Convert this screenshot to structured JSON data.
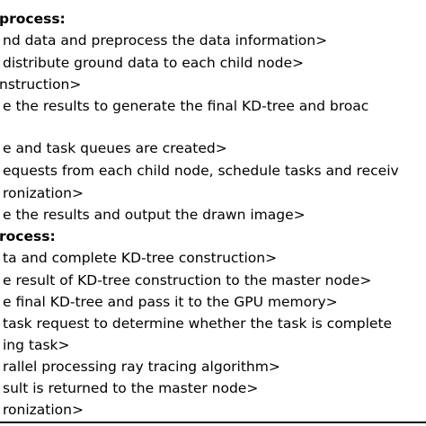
{
  "document": {
    "lines": [
      {
        "text": "process:",
        "bold": true
      },
      {
        "text": "nd data and preprocess the data information>",
        "bold": false
      },
      {
        "text": "distribute ground data to each child node>",
        "bold": false
      },
      {
        "text": "nstruction>",
        "bold": false
      },
      {
        "text": "e the results to generate the final KD-tree and broac",
        "bold": false
      },
      {
        "text": "e and task queues are created>",
        "bold": false
      },
      {
        "text": "equests from each child node, schedule tasks and receiv",
        "bold": false
      },
      {
        "text": "ronization>",
        "bold": false
      },
      {
        "text": "e the results and output the drawn image>",
        "bold": false
      },
      {
        "text": "rocess:",
        "bold": true
      },
      {
        "text": "ta and complete KD-tree construction>",
        "bold": false
      },
      {
        "text": "e result of KD-tree construction to the master node>",
        "bold": false
      },
      {
        "text": "e final KD-tree and pass it to the GPU memory>",
        "bold": false
      },
      {
        "text": "task request to determine whether the task is complete",
        "bold": false
      },
      {
        "text": "ing task>",
        "bold": false
      },
      {
        "text": "rallel processing ray tracing algorithm>",
        "bold": false
      },
      {
        "text": "sult is returned to the master node>",
        "bold": false
      },
      {
        "text": "ronization>",
        "bold": false
      }
    ]
  }
}
